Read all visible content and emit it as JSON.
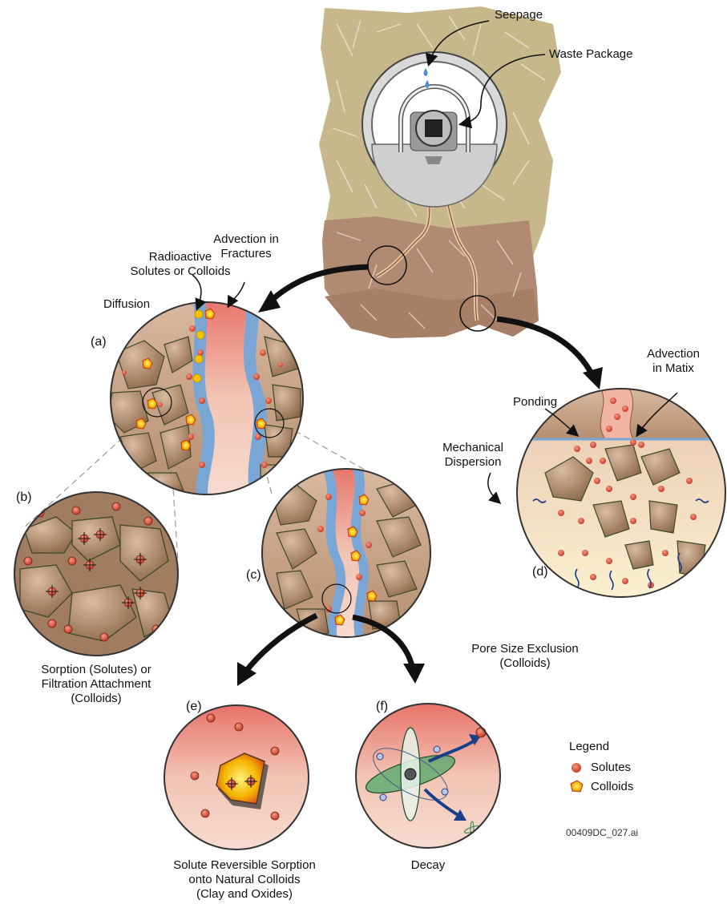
{
  "labels": {
    "seepage": "Seepage",
    "waste_package": "Waste Package",
    "advection_fractures": [
      "Advection in",
      "Fractures"
    ],
    "radioactive": [
      "Radioactive",
      "Solutes or Colloids"
    ],
    "diffusion": "Diffusion",
    "advection_matrix": [
      "Advection",
      "in Matix"
    ],
    "ponding": "Ponding",
    "mechanical_dispersion": [
      "Mechanical",
      "Dispersion"
    ],
    "pore_size_exclusion": [
      "Pore Size Exclusion",
      "(Colloids)"
    ],
    "sorption": [
      "Sorption (Solutes) or",
      "Filtration Attachment",
      "(Colloids)"
    ],
    "solute_reversible": [
      "Solute Reversible Sorption",
      "onto Natural Colloids",
      "(Clay and Oxides)"
    ],
    "decay": "Decay"
  },
  "panels": {
    "a": "(a)",
    "b": "(b)",
    "c": "(c)",
    "d": "(d)",
    "e": "(e)",
    "f": "(f)"
  },
  "legend": {
    "title": "Legend",
    "solutes": "Solutes",
    "colloids": "Colloids"
  },
  "file_id": "00409DC_027.ai",
  "colors": {
    "solute": "#e0503a",
    "colloid": "#f5b400",
    "rock": "#9c7456",
    "fracture_water": "#7aa6d6"
  }
}
